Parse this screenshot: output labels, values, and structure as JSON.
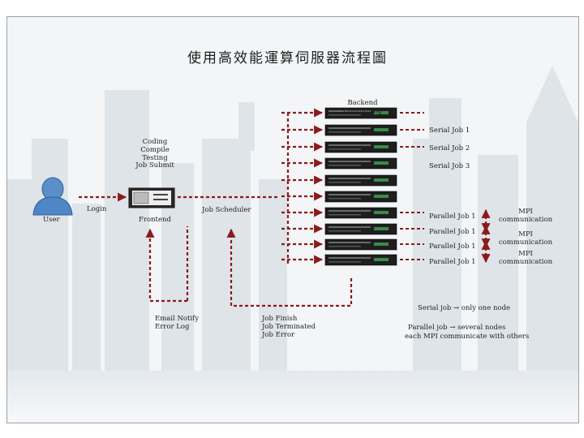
{
  "title": "使用高效能運算伺服器流程圖",
  "backend_label": [
    "Backend",
    "Computing"
  ],
  "user_label": "User",
  "login_label": "Login",
  "frontend_label": "Frontend",
  "frontend_tasks": [
    "Coding",
    "Compile",
    "Testing",
    "Job Submit"
  ],
  "scheduler_label": "Job Scheduler",
  "serial_jobs": [
    "Serial Job 1",
    "Serial Job 2",
    "Serial Job 3"
  ],
  "parallel_jobs": [
    "Parallel Job 1",
    "Parallel Job 1",
    "Parallel Job 1",
    "Parallel Job 1"
  ],
  "mpi_labels": [
    [
      "MPI",
      "communication"
    ],
    [
      "MPI",
      "communication"
    ],
    [
      "MPI",
      "communication"
    ]
  ],
  "email_notes": [
    "Email Notify",
    "Error Log"
  ],
  "job_status": [
    "Job Finish",
    "Job Terminated",
    "Job Error"
  ],
  "legend_notes": {
    "serial": "Serial job → only one node",
    "parallel": "Parallel job → several nodes",
    "parallel_detail": "each MPI communicate with others"
  },
  "colors": {
    "arrow": "#8b1a1a",
    "server": "#1e1e1e",
    "user_icon": "#4f86c6"
  }
}
